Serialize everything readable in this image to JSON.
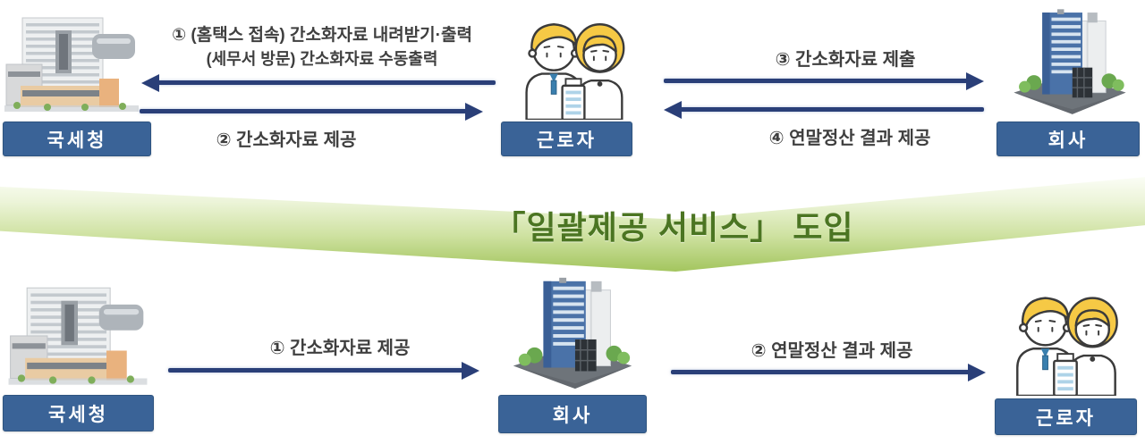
{
  "colors": {
    "arrow_navy": "#2a3f78",
    "entity_box_blue": "#3a6397",
    "banner_green_text": "#4b7522"
  },
  "top": {
    "entities": {
      "nts": {
        "label": "국세청"
      },
      "worker": {
        "label": "근로자"
      },
      "company": {
        "label": "회사"
      }
    },
    "flows": {
      "f1_line1": "① (홈택스 접속) 간소화자료 내려받기·출력",
      "f1_line2": "(세무서 방문) 간소화자료 수동출력",
      "f2": "② 간소화자료 제공",
      "f3": "③ 간소화자료 제출",
      "f4": "④ 연말정산 결과 제공"
    }
  },
  "banner": {
    "title": "「일괄제공 서비스」 도입"
  },
  "bottom": {
    "entities": {
      "nts": {
        "label": "국세청"
      },
      "company": {
        "label": "회사"
      },
      "worker": {
        "label": "근로자"
      }
    },
    "flows": {
      "f1": "① 간소화자료 제공",
      "f2": "② 연말정산 결과 제공"
    }
  }
}
